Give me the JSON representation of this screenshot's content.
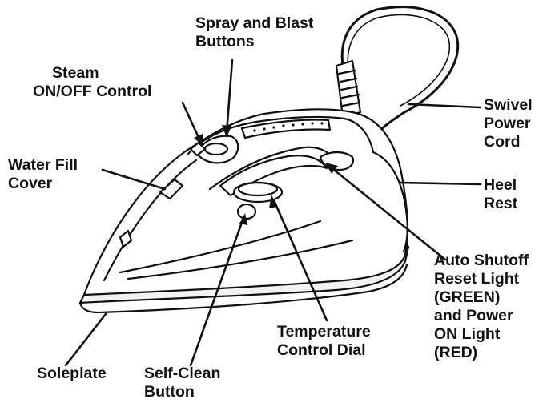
{
  "labels": {
    "spray_blast": [
      "Spray and Blast",
      "Buttons"
    ],
    "steam_control": [
      "Steam",
      "ON/OFF Control"
    ],
    "swivel_cord": [
      "Swivel",
      "Power",
      "Cord"
    ],
    "water_fill": [
      "Water Fill",
      "Cover"
    ],
    "heel_rest": [
      "Heel",
      "Rest"
    ],
    "auto_shutoff": [
      "Auto Shutoff",
      "Reset Light",
      "(GREEN)",
      "and Power",
      "ON Light",
      "(RED)"
    ],
    "temperature_dial": [
      "Temperature",
      "Control Dial"
    ],
    "soleplate": [
      "Soleplate"
    ],
    "self_clean": [
      "Self-Clean",
      "Button"
    ]
  },
  "colors": {
    "line": "#111111",
    "body_fill": "#ffffff",
    "sole_fill": "#f2f2f2"
  }
}
